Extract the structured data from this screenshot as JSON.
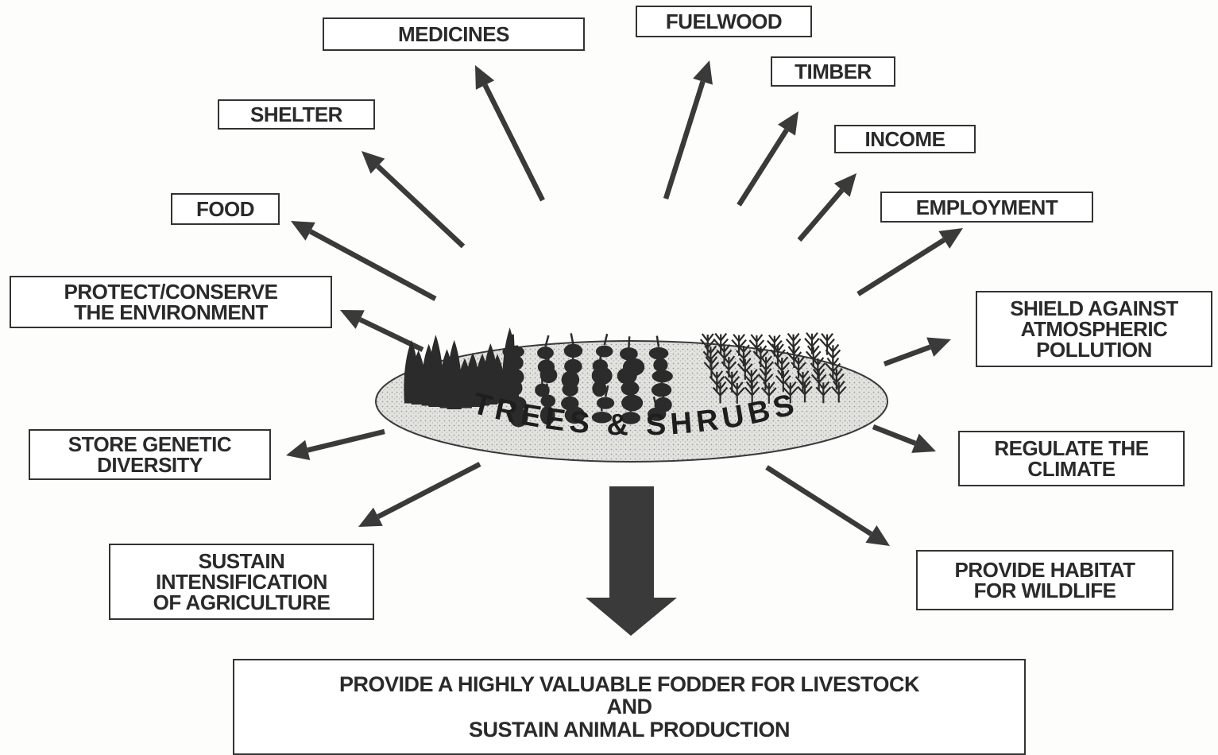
{
  "center_label": "TREES & SHRUBS",
  "benefits": {
    "medicines": "MEDICINES",
    "fuelwood": "FUELWOOD",
    "timber": "TIMBER",
    "shelter": "SHELTER",
    "income": "INCOME",
    "food": "FOOD",
    "employment": "EMPLOYMENT",
    "protect": "PROTECT/CONSERVE\nTHE ENVIRONMENT",
    "shield": "SHIELD AGAINST\nATMOSPHERIC\nPOLLUTION",
    "store": "STORE GENETIC\nDIVERSITY",
    "regulate": "REGULATE THE\nCLIMATE",
    "sustain": "SUSTAIN\nINTENSIFICATION\nOF AGRICULTURE",
    "habitat": "PROVIDE HABITAT\nFOR WILDLIFE"
  },
  "main_outcome": "PROVIDE A HIGHLY VALUABLE FODDER FOR LIVESTOCK\nAND\nSUSTAIN ANIMAL PRODUCTION",
  "colors": {
    "ink": "#2a2a2a",
    "arrow": "#3a3a3a",
    "ellipse_fill": "#d6d6d2",
    "plants": "#2b2b2b"
  }
}
